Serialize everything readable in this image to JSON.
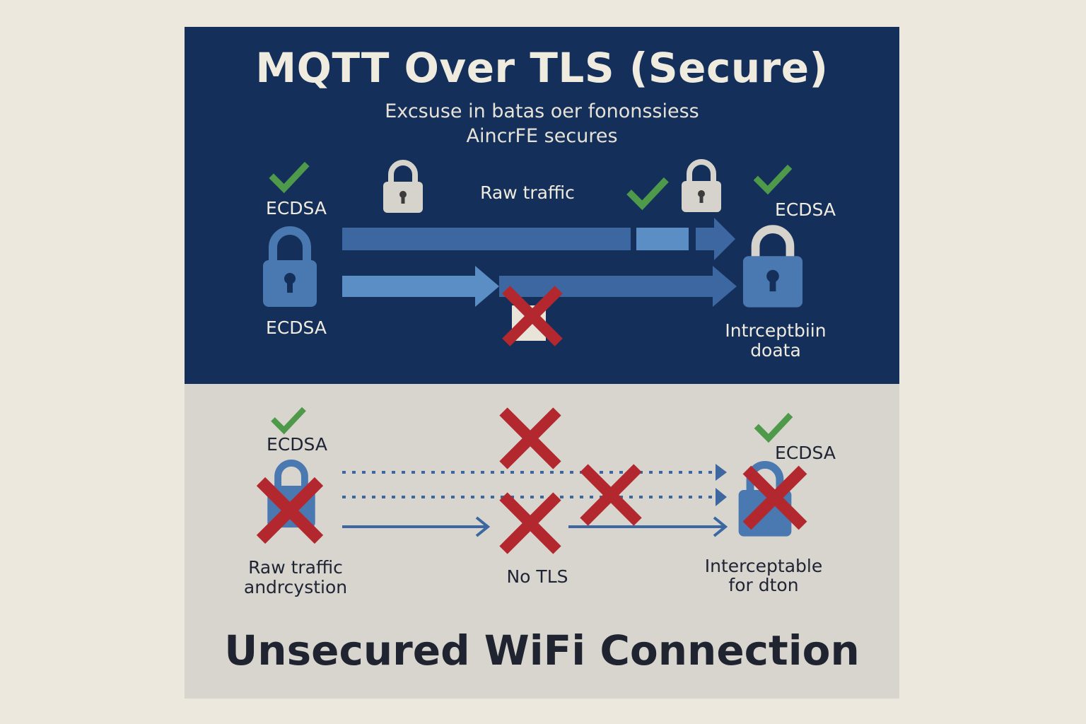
{
  "top": {
    "title": "MQTT Over TLS (Secure)",
    "subtitle_line1": "Excsuse in batas oer fononssiess",
    "subtitle_line2": "AincrFE secures",
    "raw_traffic": "Raw traffic",
    "left_ecdsa_top": "ECDSA",
    "left_ecdsa_bottom": "ECDSA",
    "right_ecdsa": "ECDSA",
    "right_caption_line1": "Intrceptbiin",
    "right_caption_line2": "doata"
  },
  "bottom": {
    "left_ecdsa": "ECDSA",
    "right_ecdsa": "ECDSA",
    "left_caption_line1": "Raw traffic",
    "left_caption_line2": "andrcystion",
    "center_caption": "No TLS",
    "right_caption_line1": "Interceptable",
    "right_caption_line2": "for dton",
    "title": "Unsecured WiFi Connection"
  },
  "icons": {
    "check": "check-icon",
    "lock": "lock-icon",
    "cross": "cross-icon"
  },
  "colors": {
    "top_panel": "#14305a",
    "bottom_panel": "#d8d5ce",
    "check_green": "#4e9a4a",
    "cross_red": "#b3282e",
    "lock_blue": "#4a78b0",
    "lock_grey": "#d6d3cc",
    "arrow_blue": "#5b8ec4"
  }
}
